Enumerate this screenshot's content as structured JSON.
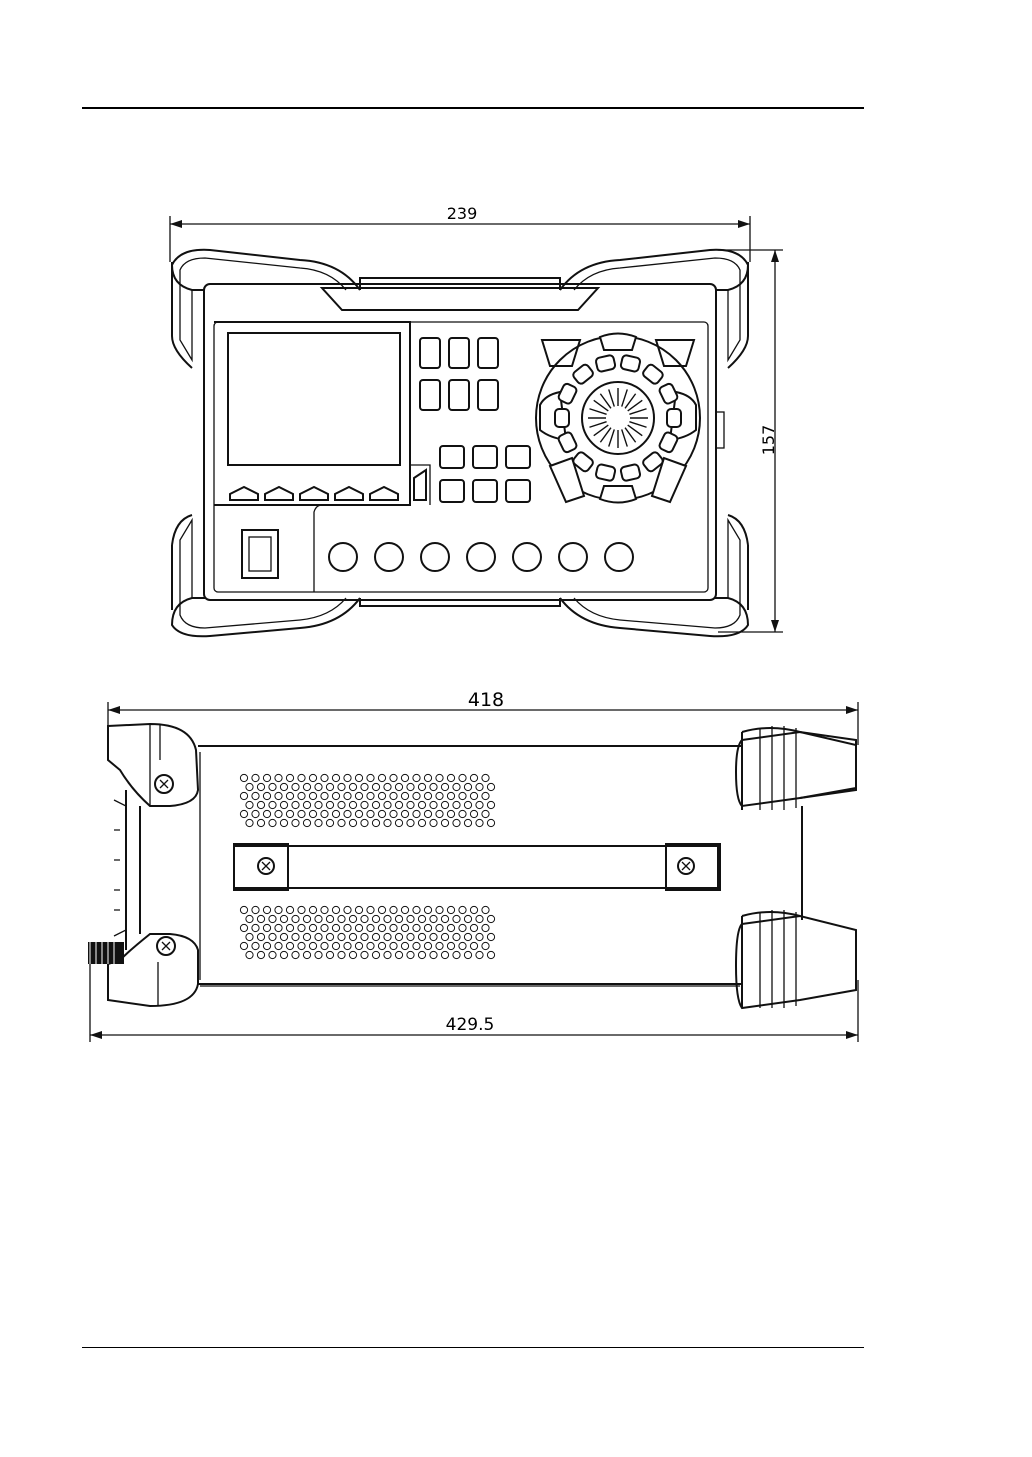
{
  "front_view": {
    "width_dim": "239",
    "height_dim": "157",
    "display_softkey_count": 5,
    "bottom_terminal_count": 7
  },
  "side_view": {
    "body_length_dim": "418",
    "overall_length_dim": "429.5"
  }
}
